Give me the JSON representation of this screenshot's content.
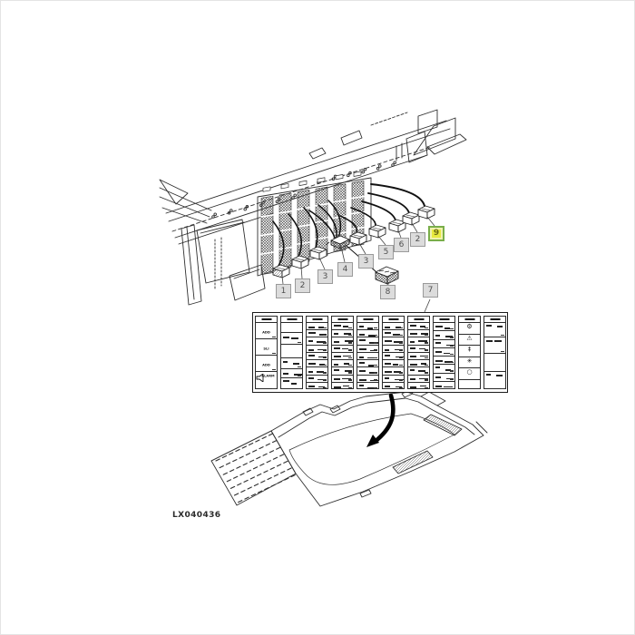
{
  "figure": {
    "code": "LX040436"
  },
  "callouts": [
    {
      "label": "1",
      "highlight": false
    },
    {
      "label": "2",
      "highlight": false
    },
    {
      "label": "3",
      "highlight": false
    },
    {
      "label": "4",
      "highlight": false
    },
    {
      "label": "3",
      "highlight": false
    },
    {
      "label": "5",
      "highlight": false
    },
    {
      "label": "6",
      "highlight": false
    },
    {
      "label": "2",
      "highlight": false
    },
    {
      "label": "9",
      "highlight": true
    },
    {
      "label": "8",
      "highlight": false
    },
    {
      "label": "7",
      "highlight": false
    }
  ],
  "colors": {
    "highlight_fill": "#e8ea3f",
    "highlight_border": "#79ae4a",
    "callout_fill": "#dcdcdc",
    "callout_border": "#9a9a9a",
    "line_art": "#2f2f2f"
  },
  "decal": {
    "left_column_labels": [
      "ADD",
      "SLI",
      "ADD",
      "ALARM"
    ],
    "left_column_icon": "horn-icon",
    "icon_column_icons": [
      "gear",
      "warning-triangle",
      "lever",
      "flower",
      "ring"
    ],
    "icon_glyphs": {
      "gear": "⚙",
      "warning-triangle": "⚠",
      "lever": "‡",
      "flower": "✳",
      "ring": "○"
    },
    "column_types": [
      "labels4",
      "sparse6",
      "dense9",
      "dense9",
      "dense9",
      "dense9",
      "dense9",
      "dense8",
      "icons6",
      "cut4"
    ]
  }
}
